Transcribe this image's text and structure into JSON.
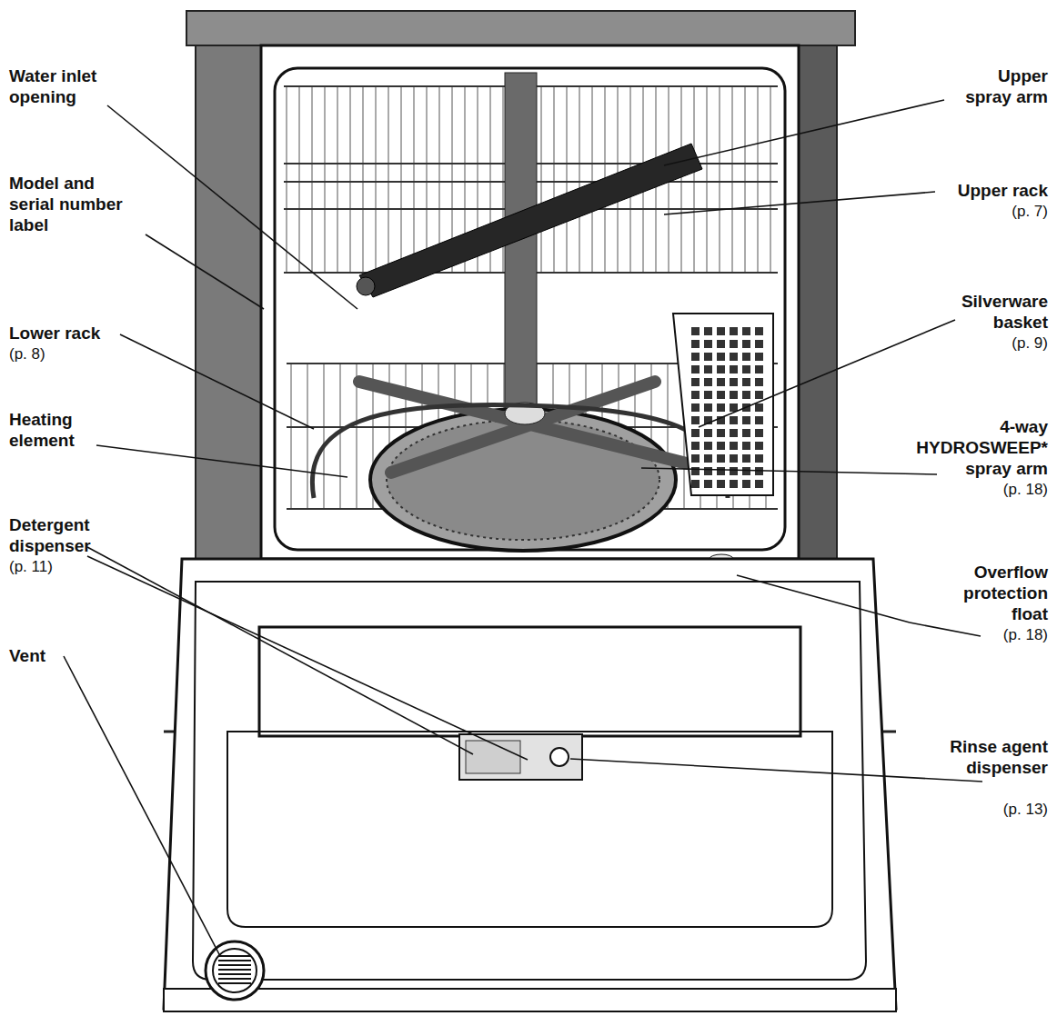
{
  "diagram": {
    "labels": [
      "Water inlet opening",
      "Model and serial number label",
      "Lower rack",
      "(p. 8)",
      "Heating element",
      "Detergent dispenser",
      "(p. 11)",
      "Vent",
      "Upper spray arm",
      "Upper rack",
      "(p. 7)",
      "Silverware basket",
      "(p. 9)",
      "4-way HYDROSWEEP* spray arm",
      "(p. 18)",
      "Overflow protection float",
      "(p. 18)",
      "Rinse agent dispenser",
      "(p. 13)"
    ]
  }
}
